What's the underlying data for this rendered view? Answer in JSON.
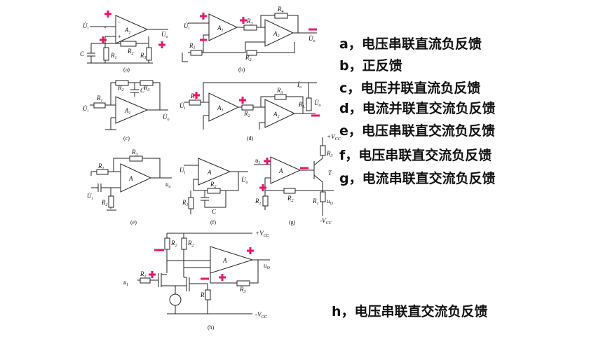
{
  "answers": [
    {
      "letter": "a",
      "text": "a，电压串联直流负反馈"
    },
    {
      "letter": "b",
      "text": "b，正反馈"
    },
    {
      "letter": "c",
      "text": "c，电压并联直流负反馈"
    },
    {
      "letter": "d",
      "text": "d，电流并联直交流负反馈"
    },
    {
      "letter": "e",
      "text": "e，电压串联直交流负反馈"
    },
    {
      "letter": "f",
      "text": "f，电压串联直交流负反馈"
    },
    {
      "letter": "g",
      "text": "g，电流串联直交流负反馈"
    },
    {
      "letter": "h",
      "text": "h，电压串联直交流负反馈"
    }
  ],
  "circuits": {
    "a": {
      "caption": "(a)",
      "labels": [
        "U̇i",
        "U̇o",
        "A1",
        "R1",
        "R2",
        "R3",
        "C"
      ]
    },
    "b": {
      "caption": "(b)",
      "labels": [
        "U̇i",
        "U̇o",
        "A1",
        "A2",
        "R1",
        "R2",
        "R3",
        "R4"
      ]
    },
    "c": {
      "caption": "(c)",
      "labels": [
        "U̇i",
        "U̇o",
        "A1",
        "R1",
        "R2",
        "R3",
        "C"
      ]
    },
    "d": {
      "caption": "(d)",
      "labels": [
        "U̇i",
        "U̇o",
        "İo",
        "A1",
        "A2",
        "R1",
        "R2",
        "R3",
        "RL"
      ]
    },
    "e": {
      "caption": "(e)",
      "labels": [
        "U̇i",
        "uo",
        "A",
        "R1",
        "R2",
        "R3"
      ]
    },
    "f": {
      "caption": "(f)",
      "labels": [
        "U̇i",
        "U̇o",
        "A",
        "R1",
        "R2",
        "C"
      ]
    },
    "g": {
      "caption": "(g)",
      "labels": [
        "uI",
        "uO",
        "A",
        "T",
        "R1",
        "R2",
        "R3",
        "+VCC",
        "-VCC"
      ]
    },
    "h": {
      "caption": "(h)",
      "labels": [
        "uI",
        "uO",
        "A",
        "R1",
        "R2",
        "R3",
        "+VCC",
        "-VCC"
      ]
    }
  },
  "colors": {
    "sign": "#e8156a",
    "wire": "#222222",
    "text": "#111111"
  }
}
